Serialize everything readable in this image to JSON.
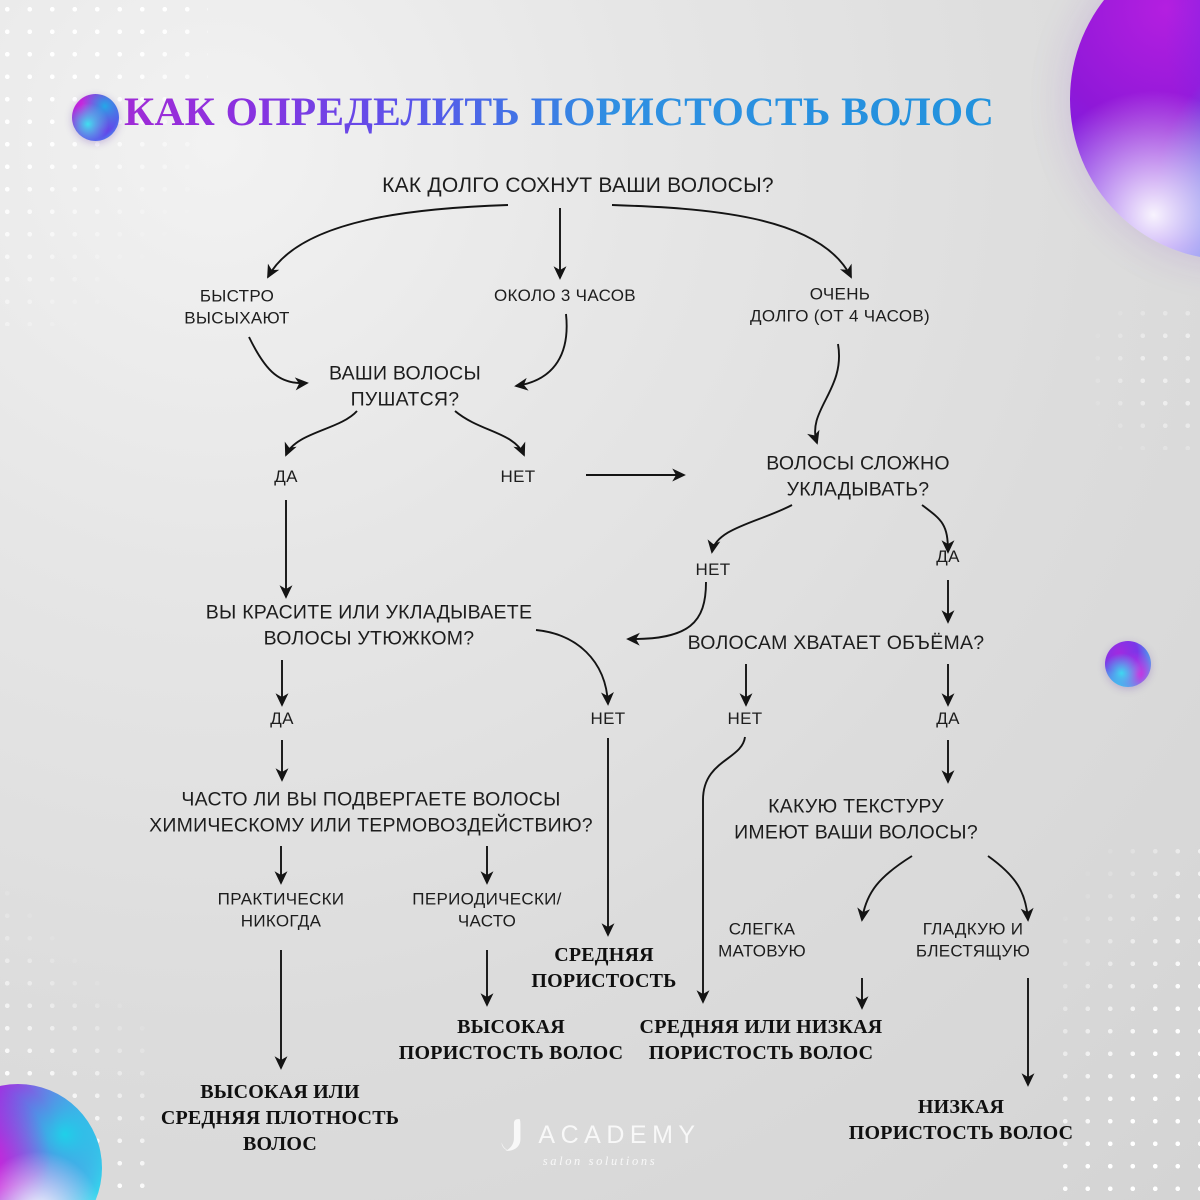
{
  "header": {
    "title": "КАК ОПРЕДЕЛИТЬ ПОРИСТОСТЬ ВОЛОС",
    "title_gradient_from": "#a02bd6",
    "title_gradient_to": "#2192dd"
  },
  "brand": {
    "name": "ACADEMY",
    "tagline": "salon solutions",
    "mark": "j-monogram-icon"
  },
  "flow": {
    "root_question": "КАК ДОЛГО СОХНУТ ВАШИ ВОЛОСЫ?",
    "nodes": [
      {
        "id": "q-root",
        "kind": "question",
        "text": "КАК ДОЛГО СОХНУТ ВАШИ ВОЛОСЫ?"
      },
      {
        "id": "a-fast",
        "kind": "answer",
        "text": "БЫСТРО\nВЫСЫХАЮТ"
      },
      {
        "id": "a-3hours",
        "kind": "answer",
        "text": "ОКОЛО 3 ЧАСОВ"
      },
      {
        "id": "a-verylong",
        "kind": "answer",
        "text": "ОЧЕНЬ\nДОЛГО (ОТ 4 ЧАСОВ)"
      },
      {
        "id": "q-frizz",
        "kind": "question",
        "text": "ВАШИ ВОЛОСЫ\nПУШАТСЯ?"
      },
      {
        "id": "a-frizz-yes",
        "kind": "answer",
        "text": "ДА"
      },
      {
        "id": "a-frizz-no",
        "kind": "answer",
        "text": "НЕТ"
      },
      {
        "id": "q-styling",
        "kind": "question",
        "text": "ВОЛОСЫ СЛОЖНО\nУКЛАДЫВАТЬ?"
      },
      {
        "id": "a-styling-no",
        "kind": "answer",
        "text": "НЕТ"
      },
      {
        "id": "a-styling-yes",
        "kind": "answer",
        "text": "ДА"
      },
      {
        "id": "q-color",
        "kind": "question",
        "text": "ВЫ КРАСИТЕ ИЛИ УКЛАДЫВАЕТЕ\nВОЛОСЫ УТЮЖКОМ?"
      },
      {
        "id": "q-volume",
        "kind": "question",
        "text": "ВОЛОСАМ ХВАТАЕТ ОБЪЁМА?"
      },
      {
        "id": "a-color-yes",
        "kind": "answer",
        "text": "ДА"
      },
      {
        "id": "a-color-no",
        "kind": "answer",
        "text": "НЕТ"
      },
      {
        "id": "a-volume-no",
        "kind": "answer",
        "text": "НЕТ"
      },
      {
        "id": "a-volume-yes",
        "kind": "answer",
        "text": "ДА"
      },
      {
        "id": "q-chem",
        "kind": "question",
        "text": "ЧАСТО ЛИ ВЫ ПОДВЕРГАЕТЕ ВОЛОСЫ\nХИМИЧЕСКОМУ ИЛИ ТЕРМОВОЗДЕЙСТВИЮ?"
      },
      {
        "id": "q-texture",
        "kind": "question",
        "text": "КАКУЮ ТЕКСТУРУ\nИМЕЮТ ВАШИ ВОЛОСЫ?"
      },
      {
        "id": "a-never",
        "kind": "answer",
        "text": "ПРАКТИЧЕСКИ\nНИКОГДА"
      },
      {
        "id": "a-often",
        "kind": "answer",
        "text": "ПЕРИОДИЧЕСКИ/\nЧАСТО"
      },
      {
        "id": "a-matte",
        "kind": "answer",
        "text": "СЛЕГКА\nМАТОВУЮ"
      },
      {
        "id": "a-shiny",
        "kind": "answer",
        "text": "ГЛАДКУЮ И\nБЛЕСТЯЩУЮ"
      },
      {
        "id": "r-medium",
        "kind": "result",
        "text": "СРЕДНЯЯ\nПОРИСТОСТЬ"
      },
      {
        "id": "r-high",
        "kind": "result",
        "text": "ВЫСОКАЯ\nПОРИСТОСТЬ ВОЛОС"
      },
      {
        "id": "r-med-low",
        "kind": "result",
        "text": "СРЕДНЯЯ ИЛИ НИЗКАЯ\nПОРИСТОСТЬ ВОЛОС"
      },
      {
        "id": "r-density",
        "kind": "result",
        "text": "ВЫСОКАЯ ИЛИ\nСРЕДНЯЯ ПЛОТНОСТЬ\nВОЛОС"
      },
      {
        "id": "r-low",
        "kind": "result",
        "text": "НИЗКАЯ\nПОРИСТОСТЬ ВОЛОС"
      }
    ]
  },
  "decor": {
    "sphere_hero": "gradient-sphere-large",
    "sphere_title": "gradient-sphere-small",
    "sphere_right": "gradient-sphere-small",
    "sphere_bottom_left": "gradient-sphere-medium",
    "dot_pattern": "dot-grid-pattern"
  }
}
